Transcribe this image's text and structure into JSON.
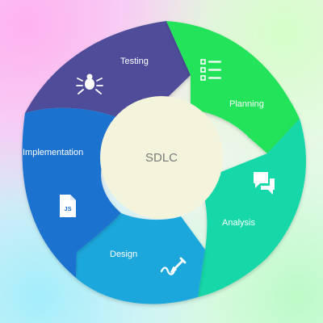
{
  "diagram": {
    "center_label": "SDLC",
    "segments": [
      {
        "id": "testing",
        "label": "Testing",
        "icon": "bug-icon",
        "color": "#4f4e9a"
      },
      {
        "id": "planning",
        "label": "Planning",
        "icon": "checklist-icon",
        "color": "#22e35a"
      },
      {
        "id": "analysis",
        "label": "Analysis",
        "icon": "chat-bubbles-icon",
        "color": "#17d7a8"
      },
      {
        "id": "design",
        "label": "Design",
        "icon": "pen-signature-icon",
        "color": "#1aa7dc"
      },
      {
        "id": "implementation",
        "label": "Implementation",
        "icon": "js-file-icon",
        "color": "#1c73cf"
      }
    ],
    "icon_texts": {
      "js": "JS"
    },
    "center_color": "#f4f4dc"
  }
}
